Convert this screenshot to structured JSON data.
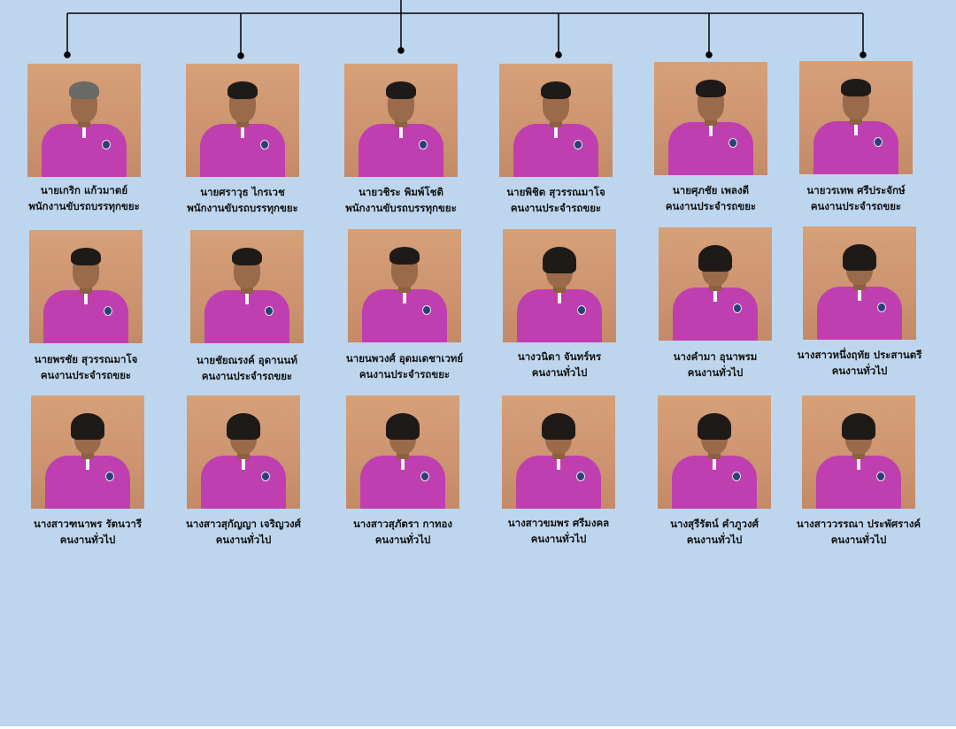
{
  "colors": {
    "background": "#bdd6ee",
    "connector": "#000000",
    "shirt": "#c03fb0",
    "photo_backdrop": "#d09a74"
  },
  "staff": [
    {
      "name": "นายเกริก แก้วมาตย์",
      "role": "พนักงานขับรถบรรทุกขยะ",
      "hair": "grey"
    },
    {
      "name": "นายศราวุธ ไกรเวช",
      "role": "พนักงานขับรถบรรทุกขยะ",
      "hair": "dark"
    },
    {
      "name": "นายวชิระ พิมพ์โชติ",
      "role": "พนักงานขับรถบรรทุกขยะ",
      "hair": "dark"
    },
    {
      "name": "นายพิชิต สุวรรณมาโจ",
      "role": "คนงานประจำรถขยะ",
      "hair": "dark"
    },
    {
      "name": "นายศุภชัย เพลงดี",
      "role": "คนงานประจำรถขยะ",
      "hair": "dark"
    },
    {
      "name": "นายวรเทพ ศรีประจักษ์",
      "role": "คนงานประจำรถขยะ",
      "hair": "dark"
    },
    {
      "name": "นายพรชัย สุวรรณมาโจ",
      "role": "คนงานประจำรถขยะ",
      "hair": "dark"
    },
    {
      "name": "นายชัยณรงค์ อุดานนท์",
      "role": "คนงานประจำรถขยะ",
      "hair": "dark"
    },
    {
      "name": "นายนพวงศ์ อุดมเดชาเวทย์",
      "role": "คนงานประจำรถขยะ",
      "hair": "dark"
    },
    {
      "name": "นางวนิดา จันทร์หร",
      "role": "คนงานทั่วไป",
      "hair": "long"
    },
    {
      "name": "นางคำมา อุนาพรม",
      "role": "คนงานทั่วไป",
      "hair": "long"
    },
    {
      "name": "นางสาวหนึ่งฤทัย ประสานตรี",
      "role": "คนงานทั่วไป",
      "hair": "long"
    },
    {
      "name": "นางสาวฑนาพร รัตนวารี",
      "role": "คนงานทั่วไป",
      "hair": "long"
    },
    {
      "name": "นางสาวสุกัญญา เจริญวงศ์",
      "role": "คนงานทั่วไป",
      "hair": "long"
    },
    {
      "name": "นางสาวสุภัตรา กาทอง",
      "role": "คนงานทั่วไป",
      "hair": "long"
    },
    {
      "name": "นางสาวขมพร ศรีมงคล",
      "role": "คนงานทั่วไป",
      "hair": "long"
    },
    {
      "name": "นางสุรีรัตน์ คำภูวงศ์",
      "role": "คนงานทั่วไป",
      "hair": "long"
    },
    {
      "name": "นางสาววรรณา ประพัศรางค์",
      "role": "คนงานทั่วไป",
      "hair": "long"
    }
  ]
}
